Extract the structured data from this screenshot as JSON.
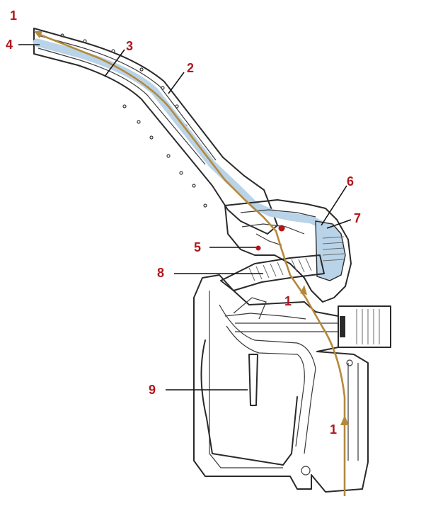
{
  "labels": {
    "flow_top": "1",
    "vent_tube": "4",
    "inner_tube": "3",
    "spout": "2",
    "chamber": "6",
    "diaphragm": "7",
    "valve_seat": "5",
    "valve": "8",
    "flow_mid": "1",
    "lever": "9",
    "flow_bottom": "1"
  },
  "colors": {
    "label": "#b0161c",
    "fuel_flow": "#b5893a",
    "air_channel": "#b9d3e8",
    "outline": "#2a2a2a",
    "leader": "#111111"
  }
}
